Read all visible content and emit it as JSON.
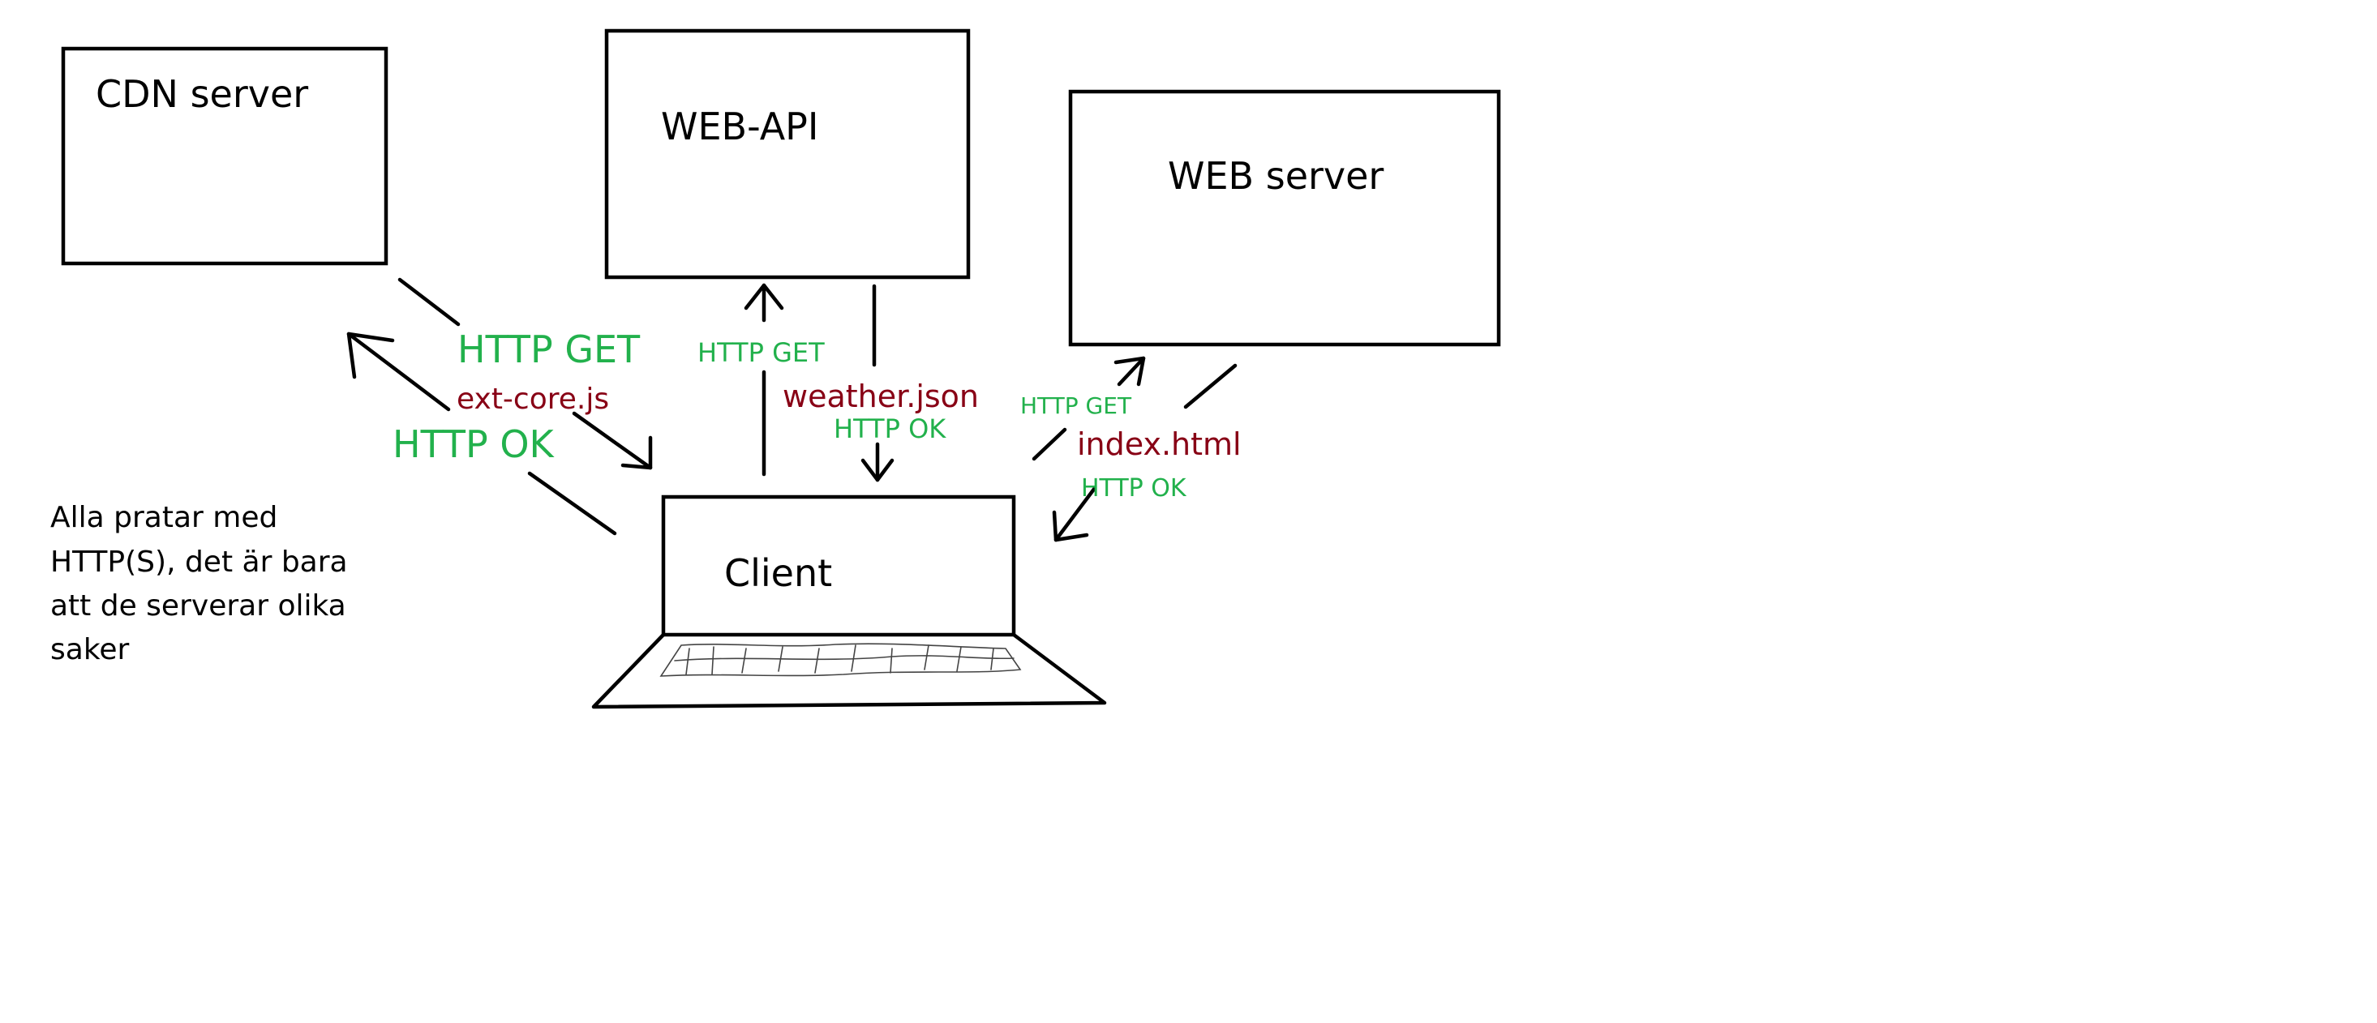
{
  "nodes": {
    "cdn_server": "CDN server",
    "web_api": "WEB-API",
    "web_server": "WEB server",
    "client": "Client"
  },
  "edges": {
    "cdn": {
      "request": "HTTP GET",
      "file": "ext-core.js",
      "response": "HTTP OK"
    },
    "api": {
      "request": "HTTP GET",
      "file": "weather.json",
      "response": "HTTP OK"
    },
    "web": {
      "request": "HTTP GET",
      "file": "index.html",
      "response": "HTTP OK"
    }
  },
  "note": {
    "lines": [
      "Alla pratar med",
      "HTTP(S), det är bara",
      "att de serverar olika",
      "saker"
    ]
  },
  "colors": {
    "request_label": "#22b14c",
    "file_label": "#880015",
    "lines": "#000000"
  }
}
